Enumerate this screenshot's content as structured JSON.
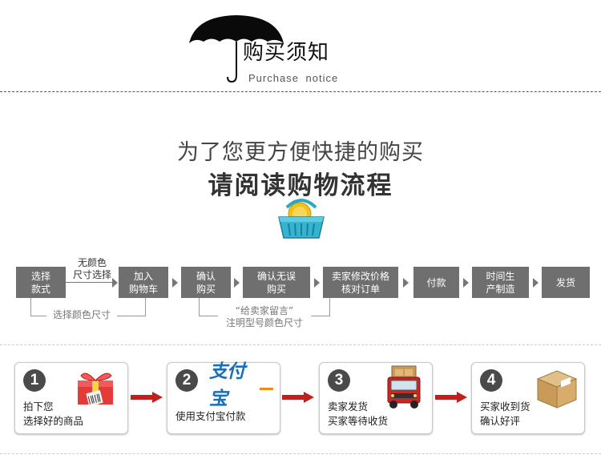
{
  "header": {
    "title": "购买须知",
    "subtitle": "Purchase notice"
  },
  "intro": {
    "line1": "为了您更方便快捷的购买",
    "line2": "请阅读购物流程"
  },
  "flow": {
    "boxes": [
      [
        "选择",
        "款式"
      ],
      [
        "加入",
        "购物车"
      ],
      [
        "确认",
        "购买"
      ],
      [
        "确认无误",
        "购买"
      ],
      [
        "卖家修改价格",
        "核对订单"
      ],
      [
        "付款"
      ],
      [
        "时间生",
        "产制造"
      ],
      [
        "发货"
      ]
    ],
    "note_top": [
      "无颜色",
      "尺寸选择"
    ],
    "note_color_size": "选择颜色尺寸",
    "note_message": [
      "“给卖家留言”",
      "注明型号颜色尺寸"
    ]
  },
  "steps": [
    {
      "num": "1",
      "text": [
        "拍下您",
        "选择好的商品"
      ],
      "icon": "gift-box-icon"
    },
    {
      "num": "2",
      "text": [
        "使用支付宝付款"
      ],
      "logo": "支付宝",
      "icon": "alipay-logo"
    },
    {
      "num": "3",
      "text": [
        "卖家发货",
        "买家等待收货"
      ],
      "icon": "delivery-truck-icon"
    },
    {
      "num": "4",
      "text": [
        "买家收到货",
        "确认好评"
      ],
      "icon": "parcel-box-icon"
    }
  ],
  "colors": {
    "flow_box": "#6f6f6f",
    "arrow_red": "#c0211d",
    "step_num": "#4a4a4a"
  }
}
